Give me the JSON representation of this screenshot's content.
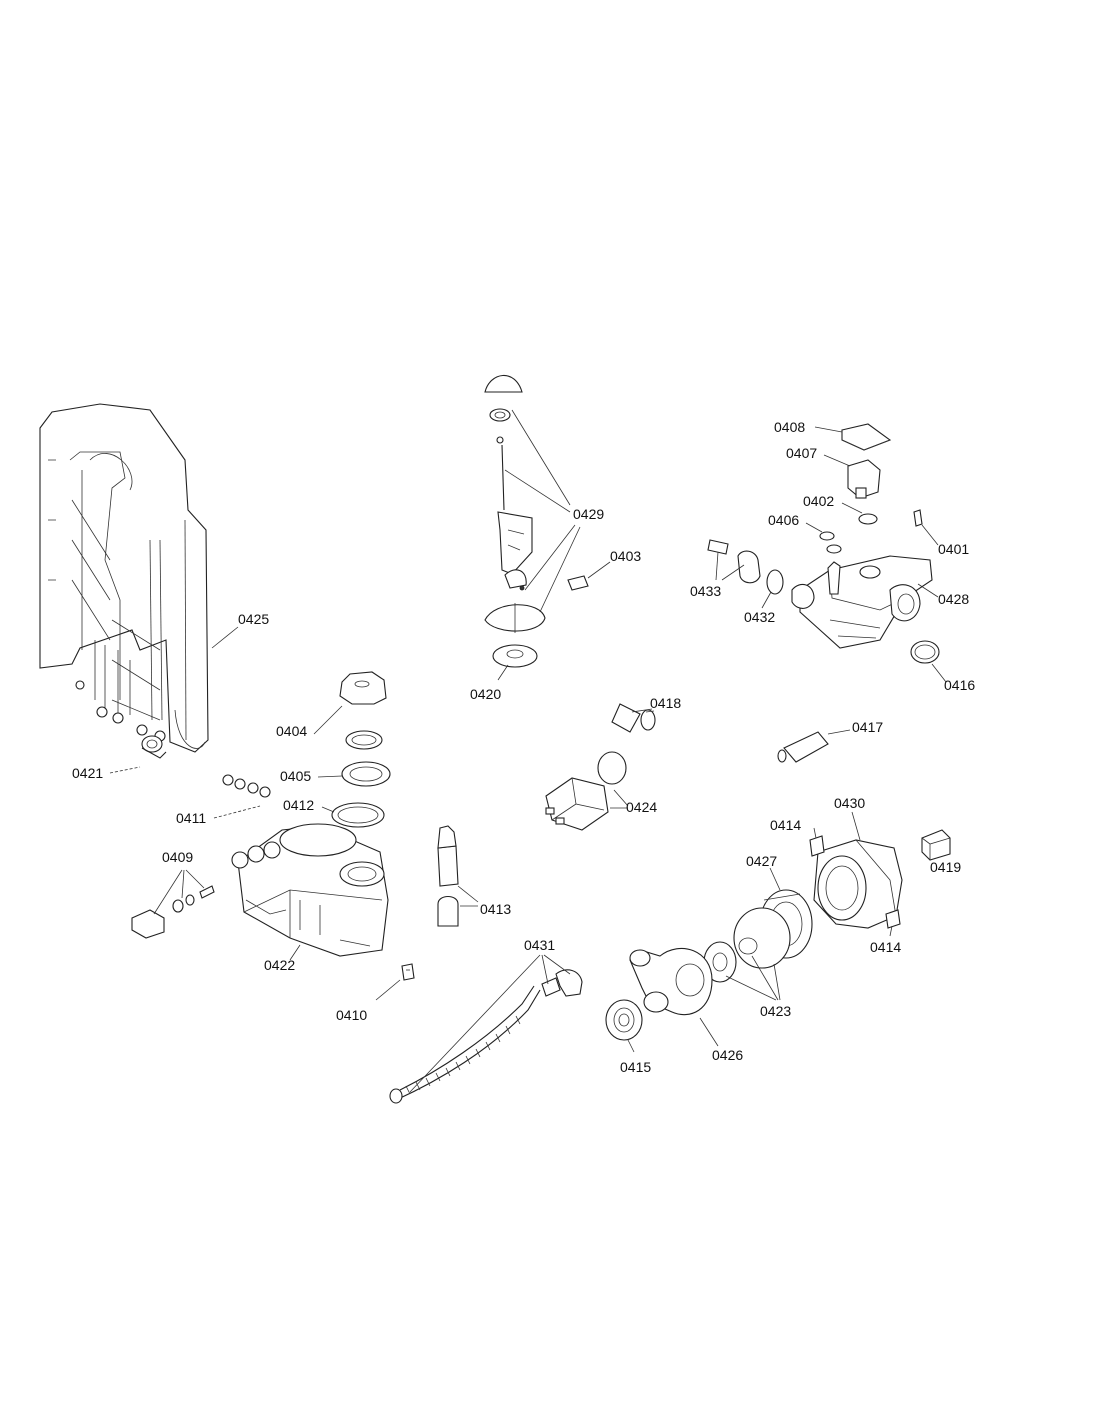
{
  "diagram": {
    "labels": {
      "p0425": "0425",
      "p0421": "0421",
      "p0429": "0429",
      "p0403": "0403",
      "p0420": "0420",
      "p0408": "0408",
      "p0407": "0407",
      "p0402": "0402",
      "p0406": "0406",
      "p0401": "0401",
      "p0433": "0433",
      "p0432": "0432",
      "p0428": "0428",
      "p0416": "0416",
      "p0404": "0404",
      "p0405": "0405",
      "p0412": "0412",
      "p0411": "0411",
      "p0409": "0409",
      "p0422": "0422",
      "p0410": "0410",
      "p0413": "0413",
      "p0418": "0418",
      "p0424": "0424",
      "p0417": "0417",
      "p0430": "0430",
      "p0414a": "0414",
      "p0414b": "0414",
      "p0419": "0419",
      "p0427": "0427",
      "p0431": "0431",
      "p0423": "0423",
      "p0426": "0426",
      "p0415": "0415"
    }
  }
}
